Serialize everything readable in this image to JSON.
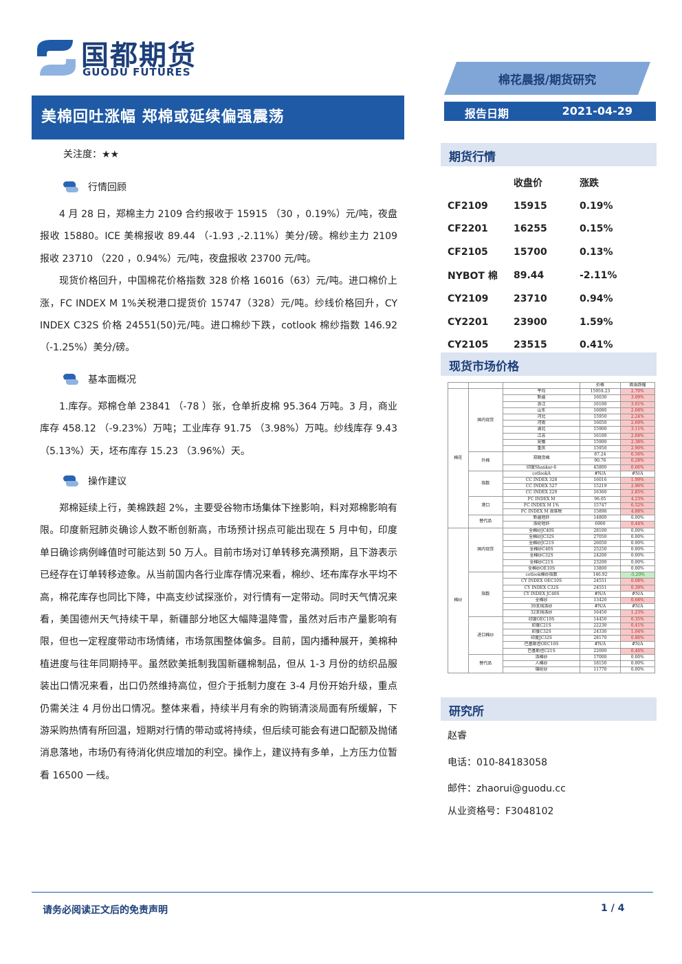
{
  "logo": {
    "cn": "国都期货",
    "en": "GUODU FUTURES"
  },
  "banner": "棉花晨报/期货研究",
  "headline": "美棉回吐涨幅 郑棉或延续偏强震荡",
  "report_date": {
    "label": "报告日期",
    "value": "2021-04-29"
  },
  "attention": "关注度：★★",
  "sections": [
    {
      "title": "行情回顾",
      "paras": [
        "4 月 28 日，郑棉主力 2109 合约报收于 15915 （30 ，0.19%）元/吨，夜盘报收 15880。ICE 美棉报收 89.44 （-1.93 ,-2.11%）美分/磅。棉纱主力 2109 报收 23710 （220 ，0.94%）元/吨，夜盘报收 23700 元/吨。",
        "现货价格回升，中国棉花价格指数 328 价格 16016（63）元/吨。进口棉价上涨，FC INDEX M 1%关税港口提货价 15747（328）元/吨。纱线价格回升，CY INDEX C32S 价格 24551(50)元/吨。进口棉纱下跌，cotlook 棉纱指数 146.92（-1.25%）美分/磅。"
      ]
    },
    {
      "title": "基本面概况",
      "paras": [
        "1.库存。郑棉仓单 23841 （-78 ）张，仓单折皮棉 95.364 万吨。3 月，商业库存 458.12 （-9.23%）万吨；工业库存 91.75 （3.98%）万吨。纱线库存 9.43 （5.13%）天，坯布库存 15.23 （3.96%）天。"
      ]
    },
    {
      "title": "操作建议",
      "paras": [
        "郑棉延续上行，美棉跌超 2%，主要受谷物市场集体下挫影响，料对郑棉影响有限。印度新冠肺炎确诊人数不断创新高，市场预计拐点可能出现在 5 月中旬，印度单日确诊病例峰值时可能达到 50 万人。目前市场对订单转移充满预期，且下游表示已经存在订单转移迹象。从当前国内各行业库存情况来看，棉纱、坯布库存水平均不高，棉花库存也同比下降，中高支纱试探涨价，对行情有一定带动。同时天气情况来看，美国德州天气持续干旱，新疆部分地区大幅降温降雪，虽然对后市产量影响有限，但也一定程度带动市场情绪，市场氛围整体偏多。目前，国内播种展开，美棉种植进度与往年同期持平。虽然欧美抵制我国新疆棉制品，但从 1-3 月份的纺织品服装出口情况来看，出口仍然维持高位，但介于抵制力度在 3-4 月份开始升级，重点仍需关注 4 月份出口情况。整体来看，持续半月有余的购销清淡局面有所缓解，下游采购热情有所回温，短期对行情的带动或将持续，但后续可能会有进口配额及抛储消息落地，市场仍有待消化供应增加的利空。操作上，建议持有多单，上方压力位暂看 16500 一线。"
      ]
    }
  ],
  "futures": {
    "title": "期货行情",
    "headers": [
      "",
      "收盘价",
      "涨跌"
    ],
    "rows": [
      [
        "CF2109",
        "15915",
        "0.19%"
      ],
      [
        "CF2201",
        "16255",
        "0.15%"
      ],
      [
        "CF2105",
        "15700",
        "0.13%"
      ],
      [
        "NYBOT 棉",
        "89.44",
        "-2.11%"
      ],
      [
        "CY2109",
        "23710",
        "0.94%"
      ],
      [
        "CY2201",
        "23900",
        "1.59%"
      ],
      [
        "CY2105",
        "23515",
        "0.41%"
      ]
    ]
  },
  "spot": {
    "title": "现货市场价格",
    "headers": [
      "价格",
      "周涨跌幅"
    ],
    "rows": [
      [
        "棉花",
        "国内现货",
        "平均",
        "15959.23",
        "2.70%",
        "pos"
      ],
      [
        "",
        "",
        "新疆",
        "16030",
        "3.09%",
        "pos"
      ],
      [
        "",
        "",
        "浙江",
        "16100",
        "3.01%",
        "pos"
      ],
      [
        "",
        "",
        "山东",
        "16080",
        "2.68%",
        "pos"
      ],
      [
        "",
        "",
        "河北",
        "15950",
        "2.24%",
        "pos"
      ],
      [
        "",
        "",
        "河南",
        "16050",
        "2.69%",
        "pos"
      ],
      [
        "",
        "",
        "湖北",
        "15900",
        "3.11%",
        "pos"
      ],
      [
        "",
        "",
        "江苏",
        "16100",
        "2.68%",
        "pos"
      ],
      [
        "",
        "",
        "安徽",
        "15900",
        "2.38%",
        "pos"
      ],
      [
        "",
        "",
        "重庆",
        "15950",
        "2.90%",
        "pos"
      ],
      [
        "",
        "外棉",
        "郑期货棉",
        "87.24",
        "6.56%",
        "pos"
      ],
      [
        "",
        "",
        "",
        "90.76",
        "6.28%",
        "pos"
      ],
      [
        "",
        "",
        "印度Shankar-6",
        "45800",
        "0.66%",
        "pos"
      ],
      [
        "",
        "指数",
        "cotlookA",
        "#N/A",
        "#N/A",
        ""
      ],
      [
        "",
        "",
        "CC INDEX 328",
        "16016",
        "1.99%",
        "pos"
      ],
      [
        "",
        "",
        "CC INDEX 527",
        "15219",
        "2.96%",
        "pos"
      ],
      [
        "",
        "",
        "CC INDEX 229",
        "16360",
        "2.85%",
        "pos"
      ],
      [
        "",
        "港口",
        "FC INDEX M",
        "96.05",
        "4.23%",
        "pos"
      ],
      [
        "",
        "",
        "FC INDEX M 1%",
        "15747",
        "6.52%",
        "pos"
      ],
      [
        "",
        "",
        "FC INDEX M 滑准税",
        "15898",
        "4.88%",
        "pos"
      ],
      [
        "",
        "替代品",
        "新疆短纤",
        "14800",
        "0.00%",
        ""
      ],
      [
        "",
        "",
        "涤纶短纤",
        "6900",
        "0.44%",
        "pos"
      ],
      [
        "棉纱",
        "国内现货",
        "全棉纱JC40S",
        "28100",
        "0.00%",
        ""
      ],
      [
        "",
        "",
        "全棉纱JC32S",
        "27050",
        "0.00%",
        ""
      ],
      [
        "",
        "",
        "全棉纱JC21S",
        "26050",
        "0.00%",
        ""
      ],
      [
        "",
        "",
        "全棉纱C40S",
        "25250",
        "0.00%",
        ""
      ],
      [
        "",
        "",
        "全棉纱C32S",
        "24200",
        "0.00%",
        ""
      ],
      [
        "",
        "",
        "全棉纱C21S",
        "23200",
        "0.00%",
        ""
      ],
      [
        "",
        "",
        "全棉纱OE10S",
        "13800",
        "0.00%",
        ""
      ],
      [
        "",
        "指数",
        "cotlook棉纱指数",
        "146.92",
        "-5.20%",
        "neg"
      ],
      [
        "",
        "",
        "CY INDEX OEC10S",
        "24551",
        "0.08%",
        "pos"
      ],
      [
        "",
        "",
        "CY INDEX C32S",
        "24551",
        "0.39%",
        "pos"
      ],
      [
        "",
        "",
        "CY INDEX JC40S",
        "#N/A",
        "#N/A",
        ""
      ],
      [
        "",
        "",
        "全棉纱",
        "13420",
        "0.68%",
        "pos"
      ],
      [
        "",
        "",
        "30支纯涤纱",
        "#N/A",
        "#N/A",
        ""
      ],
      [
        "",
        "",
        "32支纯涤纱",
        "16450",
        "1.23%",
        "pos"
      ],
      [
        "",
        "进口棉纱",
        "印度OEC10S",
        "14450",
        "0.35%",
        "pos"
      ],
      [
        "",
        "",
        "印度C21S",
        "22230",
        "0.41%",
        "pos"
      ],
      [
        "",
        "",
        "印度C32S",
        "24330",
        "1.04%",
        "pos"
      ],
      [
        "",
        "",
        "印度JC32S",
        "28170",
        "0.86%",
        "pos"
      ],
      [
        "",
        "",
        "巴基斯坦OEC10S",
        "#N/A",
        "#N/A",
        ""
      ],
      [
        "",
        "",
        "巴基斯坦C21S",
        "22000",
        "0.46%",
        "pos"
      ],
      [
        "",
        "替代品",
        "涤棉纱",
        "17000",
        "0.00%",
        ""
      ],
      [
        "",
        "",
        "人棉纱",
        "18150",
        "0.00%",
        ""
      ],
      [
        "",
        "",
        "锦纶纱",
        "11770",
        "0.00%",
        ""
      ]
    ]
  },
  "research": {
    "title": "研究所",
    "name": "赵睿",
    "phone": "电话：010-84183058",
    "email": "邮件：zhaorui@guodu.cc",
    "license": "从业资格号：F3048102"
  },
  "footer": {
    "disclaimer": "请务必阅读正文后的免责声明",
    "page": "1 / 4"
  }
}
